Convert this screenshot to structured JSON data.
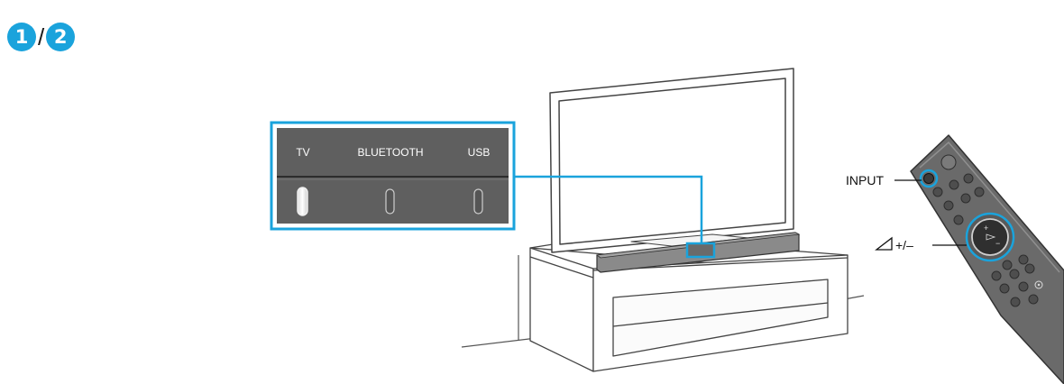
{
  "steps": {
    "first": "1",
    "separator": "/",
    "second": "2"
  },
  "panel": {
    "labels": [
      "TV",
      "BLUETOOTH",
      "USB"
    ],
    "lit_indicator": "TV"
  },
  "remote": {
    "input_label": "INPUT",
    "volume_label": "+/–"
  },
  "colors": {
    "accent": "#1aa3dc",
    "panel_bg": "#5f5f5f",
    "soundbar": "#8a8a8a"
  }
}
